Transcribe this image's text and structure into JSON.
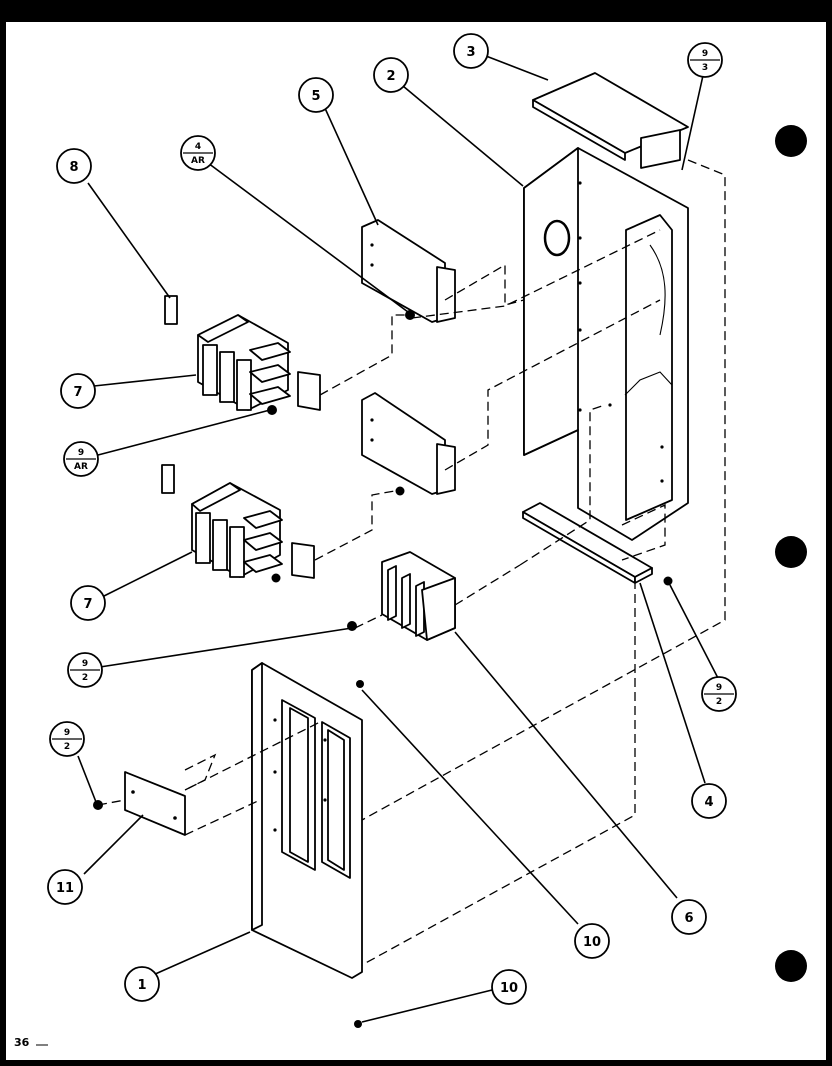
{
  "page_number": "36",
  "callouts": {
    "c1": "1",
    "c2": "2",
    "c3": "3",
    "c4": "4",
    "c5": "5",
    "c6": "6",
    "c7a": "7",
    "c7b": "7",
    "c8": "8",
    "c10a": "10",
    "c10b": "10",
    "c11": "11"
  },
  "fraction_callouts": {
    "f4ar": {
      "num": "4",
      "den": "AR"
    },
    "f9ar": {
      "num": "9",
      "den": "AR"
    },
    "f93": {
      "num": "9",
      "den": "3"
    },
    "f92a": {
      "num": "9",
      "den": "2"
    },
    "f92b": {
      "num": "9",
      "den": "2"
    },
    "f92c": {
      "num": "9",
      "den": "2"
    }
  }
}
